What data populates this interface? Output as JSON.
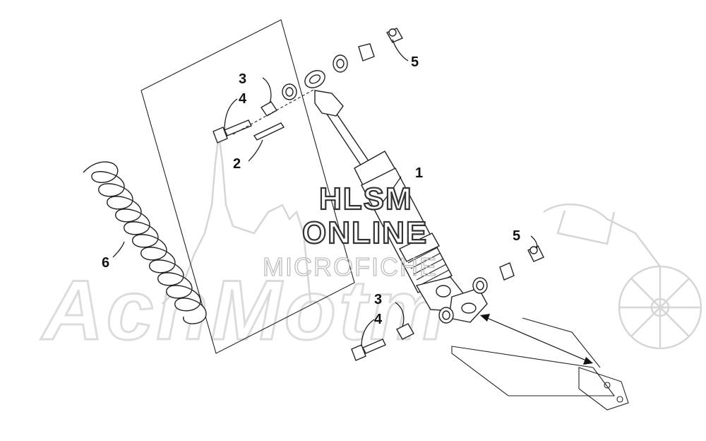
{
  "watermark": {
    "line1": "HLSM",
    "line2": "ONLINE",
    "line3": "MICROFICHE",
    "brand": "AchMotm"
  },
  "callouts": {
    "shock_absorber": "1",
    "pin": "2",
    "bushing_upper": "3",
    "bolt_upper": "4",
    "cap_upper": "5",
    "cap_lower": "5",
    "bushing_lower": "3",
    "bolt_lower": "4",
    "spring": "6"
  }
}
